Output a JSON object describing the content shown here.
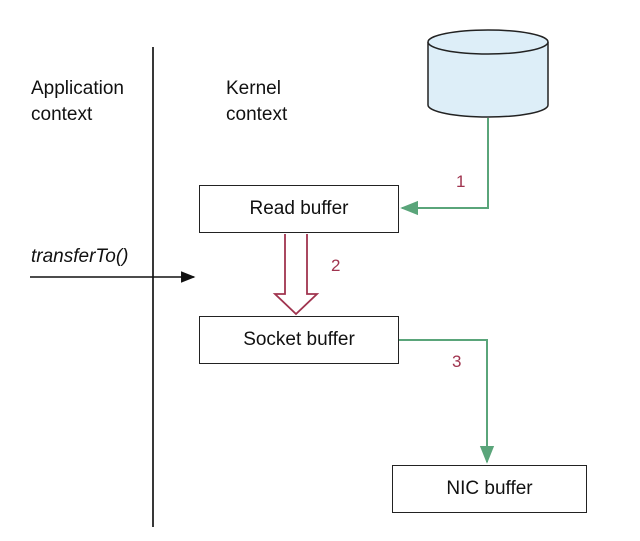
{
  "contexts": {
    "application": [
      "Application",
      "context"
    ],
    "kernel": [
      "Kernel",
      "context"
    ]
  },
  "call": "transferTo()",
  "buffers": {
    "read": "Read buffer",
    "socket": "Socket buffer",
    "nic": "NIC buffer"
  },
  "steps": [
    "1",
    "2",
    "3"
  ],
  "colors": {
    "disk_fill": "#ddeef8",
    "dma_arrow": "#5aa57a",
    "copy_arrow": "#a0344f",
    "step_number": "#a0344f"
  }
}
